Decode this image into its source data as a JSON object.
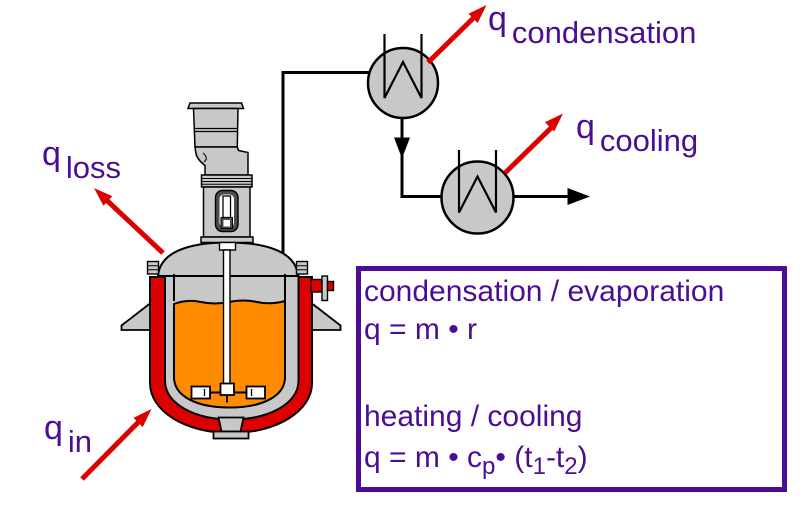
{
  "labels": {
    "loss": {
      "symbol": "q",
      "sub": "loss"
    },
    "in": {
      "symbol": "q",
      "sub": "in"
    },
    "condensation": {
      "symbol": "q",
      "sub": "condensation"
    },
    "cooling": {
      "symbol": "q",
      "sub": "cooling"
    }
  },
  "formula_box": {
    "condensation_title": "condensation / evaporation",
    "condensation_formula": "q = m • r",
    "heating_title": "heating / cooling",
    "heating_formula_parts": [
      "q = m • c",
      "p",
      "• (t",
      "1",
      "-t",
      "2",
      ")"
    ]
  },
  "icons": {
    "heat_exchanger": "circle-with-zigzag-coil",
    "heat_flow_arrow": "diagonal-red-arrow",
    "stream_arrow": "black-flow-arrow"
  },
  "colors": {
    "text_purple": "#4a0d94",
    "arrow_red": "#dd0000",
    "liquid_orange": "#ff8c00",
    "vessel_gray": "#c8c8c8",
    "line_black": "#000000"
  }
}
